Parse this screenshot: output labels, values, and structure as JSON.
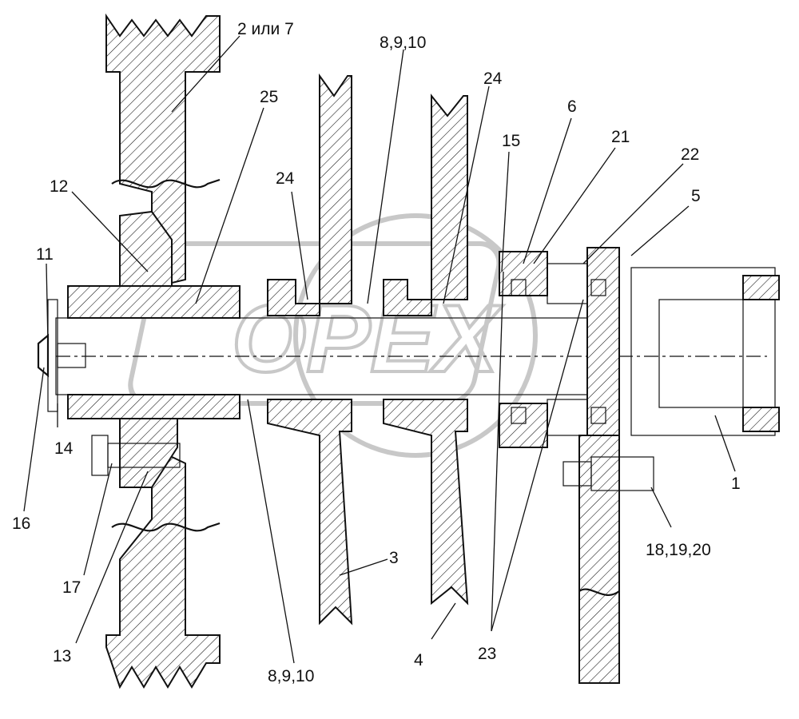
{
  "callouts": {
    "c1": "1",
    "c2or7": "2 или 7",
    "c3": "3",
    "c4": "4",
    "c5": "5",
    "c6": "6",
    "c8910_top": "8,9,10",
    "c8910_bottom": "8,9,10",
    "c11": "11",
    "c12": "12",
    "c13": "13",
    "c14": "14",
    "c15": "15",
    "c16": "16",
    "c17": "17",
    "c181920": "18,19,20",
    "c21": "21",
    "c22": "22",
    "c23": "23",
    "c24_left": "24",
    "c24_right": "24",
    "c25": "25"
  },
  "watermark": {
    "text": "OPEX"
  },
  "colors": {
    "line": "#111111",
    "watermark": "#c8c8c8",
    "background": "#ffffff"
  }
}
